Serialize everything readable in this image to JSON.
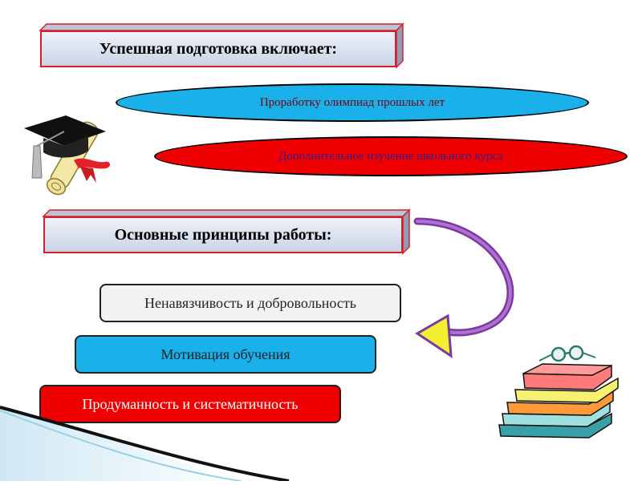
{
  "header1": {
    "label": "Успешная подготовка включает:"
  },
  "ellipse1": {
    "label": "Проработку олимпиад прошлых лет",
    "color": "#1ab0ea"
  },
  "ellipse2": {
    "label": "Дополнительное изучение школьного курса",
    "color": "#ee0000"
  },
  "header2": {
    "label": "Основные принципы работы:"
  },
  "principles": [
    {
      "label": "Ненавязчивость и добровольность",
      "color": "#f2f2f2"
    },
    {
      "label": "Мотивация обучения",
      "color": "#1ab0ea"
    },
    {
      "label": "Продуманность и систематичность",
      "color": "#ee0000"
    }
  ],
  "icons": {
    "top_left": "graduation-cap-diploma-icon",
    "bottom_right": "stack-of-books-icon",
    "arrow": "curved-arrow-icon"
  }
}
